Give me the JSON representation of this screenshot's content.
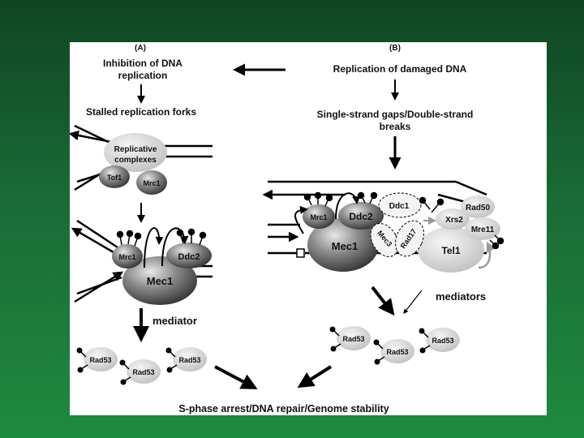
{
  "panel_a": {
    "label": "(A)",
    "inhibition_line1": "Inhibition of DNA",
    "inhibition_line2": "replication",
    "stalled": "Stalled replication forks",
    "replicative_line1": "Replicative",
    "replicative_line2": "complexes",
    "tof1": "Tof1",
    "mrc1_top": "Mrc1",
    "mrc1_lower": "Mrc1",
    "ddc2": "Ddc2",
    "mec1": "Mec1",
    "mediator": "mediator",
    "rad53_1": "Rad53",
    "rad53_2": "Rad53",
    "rad53_3": "Rad53"
  },
  "panel_b": {
    "label": "(B)",
    "replication_damaged": "Replication of damaged DNA",
    "gaps_line1": "Single-strand gaps/Double-strand",
    "gaps_line2": "breaks",
    "mrc1": "Mrc1",
    "ddc2": "Ddc2",
    "ddc1": "Ddc1",
    "mec3": "Mec3",
    "rad17": "Rad17",
    "mec1": "Mec1",
    "rad50": "Rad50",
    "xrs2": "Xrs2",
    "mre11": "Mre11",
    "tel1": "Tel1",
    "mediators": "mediators",
    "rad53_1": "Rad53",
    "rad53_2": "Rad53",
    "rad53_3": "Rad53"
  },
  "outcome": "S-phase arrest/DNA repair/Genome stability"
}
